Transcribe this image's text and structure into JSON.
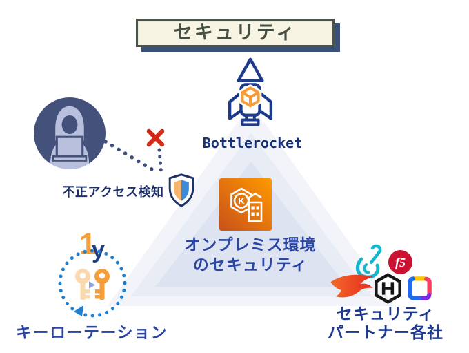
{
  "title": {
    "text": "セキュリティ"
  },
  "nodes": {
    "bottlerocket": {
      "label": "Bottlerocket",
      "icon": "rocket-icon"
    },
    "intrusion_detection": {
      "label": "不正アクセス検知",
      "icons": [
        "hacker-icon",
        "dotted-trail-icon",
        "blocked-x-icon",
        "shield-icon"
      ]
    },
    "onprem_security": {
      "label_line1": "オンプレミス環境",
      "label_line2": "のセキュリティ",
      "icon": "eks-anywhere-icon",
      "icon_letter": "K"
    },
    "key_rotation": {
      "period_number": "1",
      "period_unit": "y",
      "label": "キーローテーション",
      "icon": "key-rotation-icon"
    },
    "security_partners": {
      "label_line1": "セキュリティ",
      "label_line2": "パートナー各社",
      "f5_text": "f5",
      "logos": [
        "sysdig-logo",
        "f5-logo",
        "crowdstrike-logo",
        "hashicorp-logo",
        "colorful-square-logo"
      ]
    }
  },
  "icons": {
    "rocket-icon": "navy outlined rocket with orange cube",
    "hacker-icon": "hooded figure with laptop in navy circle",
    "blocked-x-icon": "red cross",
    "dotted-trail-icon": "navy dotted deflected path",
    "shield-icon": "navy shield, orange and blue halves",
    "eks-anywhere-icon": "orange square, white hexagon K and building",
    "key-rotation-icon": "two keys in dotted rotation circle",
    "pyramid-background": "three nested light blue triangles"
  },
  "colors": {
    "accent_orange": "#f59d38",
    "navy": "#1e3a8c",
    "label_blue": "#2a46a5",
    "title_bg": "#f7f4e3",
    "title_border": "#49544a",
    "title_shadow": "#3b5078",
    "red_x": "#d02a18",
    "triangle_outer": "#f2f4fa",
    "triangle_mid": "#e8ecf5",
    "triangle_inner": "#dde3f0",
    "sysdig_cyan": "#15b7cf",
    "f5_red": "#cb1232",
    "crowdstrike_red": "#ef4023",
    "hashicorp_black": "#161616"
  }
}
